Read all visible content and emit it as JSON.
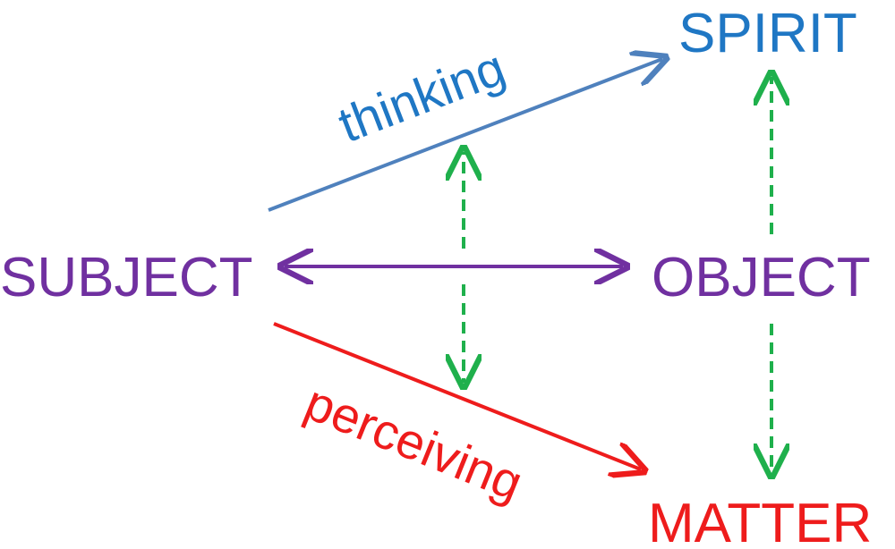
{
  "nodes": {
    "spirit": {
      "label": "SPIRIT",
      "color": "#1f77c4"
    },
    "subject": {
      "label": "SUBJECT",
      "color": "#7030a0"
    },
    "object": {
      "label": "OBJECT",
      "color": "#7030a0"
    },
    "matter": {
      "label": "MATTER",
      "color": "#ee1c1c"
    }
  },
  "edges": {
    "thinking": {
      "label": "thinking",
      "color": "#4f81bd",
      "label_color": "#1f77c4"
    },
    "perceiving": {
      "label": "perceiving",
      "color": "#ee1c1c",
      "label_color": "#ee1c1c"
    },
    "subject_object": {
      "color": "#7030a0"
    },
    "dashed": {
      "color": "#1fb04c"
    }
  }
}
